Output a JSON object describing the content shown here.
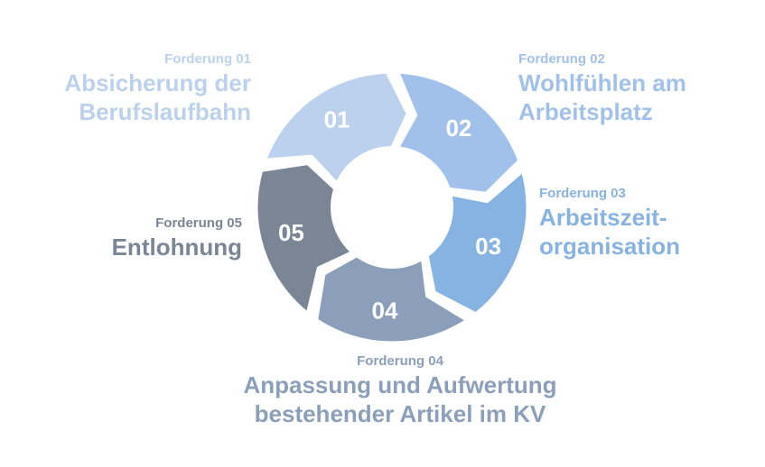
{
  "colors": {
    "s1": "#bcd1ee",
    "s2": "#a2c1ea",
    "s3": "#87b3e2",
    "s4": "#8c9fba",
    "s5": "#7a8595",
    "label1": "#bcd1ee",
    "label2": "#a2c1ea",
    "label3": "#87b3e2",
    "label4": "#8c9fba",
    "label5": "#7a8595"
  },
  "segments": [
    {
      "num": "01",
      "kicker": "Forderung 01",
      "title_lines": [
        "Absicherung der",
        "Berufslaufbahn"
      ]
    },
    {
      "num": "02",
      "kicker": "Forderung 02",
      "title_lines": [
        "Wohlfühlen am",
        "Arbeitsplatz"
      ]
    },
    {
      "num": "03",
      "kicker": "Forderung 03",
      "title_lines": [
        "Arbeitszeit-",
        "organisation"
      ]
    },
    {
      "num": "04",
      "kicker": "Forderung 04",
      "title_lines": [
        "Anpassung und Aufwertung",
        "bestehender Artikel im KV"
      ]
    },
    {
      "num": "05",
      "kicker": "Forderung 05",
      "title_lines": [
        "Entlohnung"
      ]
    }
  ]
}
